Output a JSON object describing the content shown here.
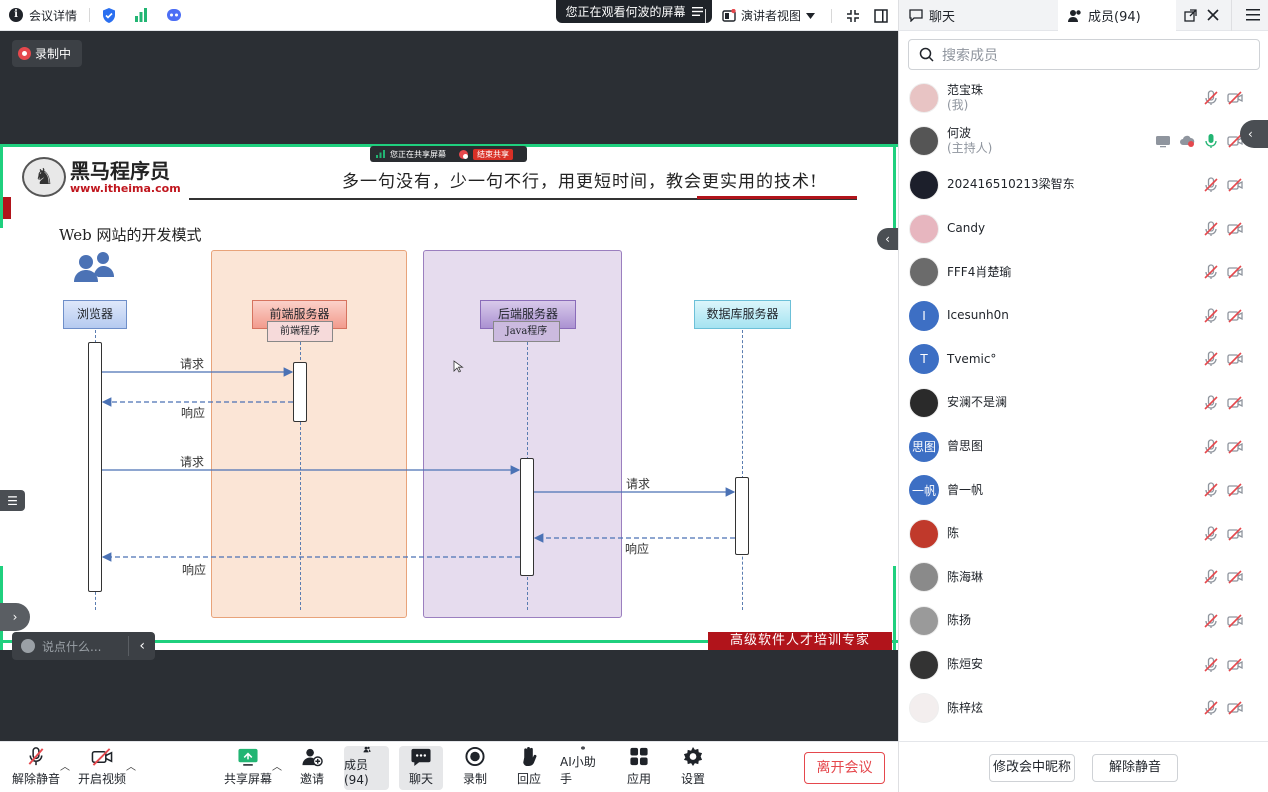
{
  "topbar": {
    "meeting_details": "会议详情",
    "viewing_text": "您正在观看何波的屏幕",
    "presenter_view": "演讲者视图"
  },
  "stage": {
    "recording_label": "录制中",
    "chat_placeholder": "说点什么..."
  },
  "slide": {
    "share_status": "您正在共享屏幕",
    "end_share": "结束共享",
    "logo_name": "黑马程序员",
    "logo_url": "www.itheima.com",
    "slogan": "多一句没有，少一句不行，用更短时间，教会更实用的技术!",
    "title": "Web 网站的开发模式",
    "browser": "浏览器",
    "frontend_server": "前端服务器",
    "frontend_program": "前端程序",
    "backend_server": "后端服务器",
    "java_program": "Java程序",
    "db_server": "数据库服务器",
    "req1": "请求",
    "resp1": "响应",
    "req2": "请求",
    "req3": "请求",
    "resp3": "响应",
    "resp2": "响应",
    "banner": "高级软件人才培训专家"
  },
  "toolbar": {
    "unmute": "解除静音",
    "start_video": "开启视频",
    "share_screen": "共享屏幕",
    "invite": "邀请",
    "members": "成员(94)",
    "chat": "聊天",
    "record": "录制",
    "react": "回应",
    "ai_assistant": "AI小助手",
    "apps": "应用",
    "settings": "设置",
    "leave": "离开会议"
  },
  "panel": {
    "tab_chat": "聊天",
    "tab_members": "成员(94)",
    "search_placeholder": "搜索成员",
    "rename_button": "修改会中昵称",
    "unmute_all_button": "解除静音",
    "members": [
      {
        "name": "范宝珠",
        "sub": "(我)",
        "avatar": "photo",
        "color": "#e8c4c4"
      },
      {
        "name": "何波",
        "sub": "(主持人)",
        "avatar": "photo",
        "color": "#555555",
        "host": true
      },
      {
        "name": "202416510213梁智东",
        "sub": "",
        "avatar": "photo",
        "color": "#1c1f2b"
      },
      {
        "name": "Candy",
        "sub": "",
        "avatar": "photo",
        "color": "#e7b6bf"
      },
      {
        "name": "FFF4肖楚瑜",
        "sub": "",
        "avatar": "photo",
        "color": "#6b6b6b"
      },
      {
        "name": "Icesunh0n",
        "sub": "",
        "avatar": "I",
        "color": "#3d6fc4"
      },
      {
        "name": "Tvemic°",
        "sub": "",
        "avatar": "T",
        "color": "#3d6fc4"
      },
      {
        "name": "安澜不是澜",
        "sub": "",
        "avatar": "photo",
        "color": "#2a2a2a"
      },
      {
        "name": "曾思图",
        "sub": "",
        "avatar": "思图",
        "color": "#3d6fc4"
      },
      {
        "name": "曾一帆",
        "sub": "",
        "avatar": "一帆",
        "color": "#3d6fc4"
      },
      {
        "name": "陈",
        "sub": "",
        "avatar": "photo",
        "color": "#c0392b"
      },
      {
        "name": "陈海琳",
        "sub": "",
        "avatar": "photo",
        "color": "#8a8a8a"
      },
      {
        "name": "陈扬",
        "sub": "",
        "avatar": "photo",
        "color": "#9a9a9a"
      },
      {
        "name": "陈烜安",
        "sub": "",
        "avatar": "photo",
        "color": "#333333"
      },
      {
        "name": "陈梓炫",
        "sub": "",
        "avatar": "photo",
        "color": "#f3eeee"
      }
    ]
  }
}
